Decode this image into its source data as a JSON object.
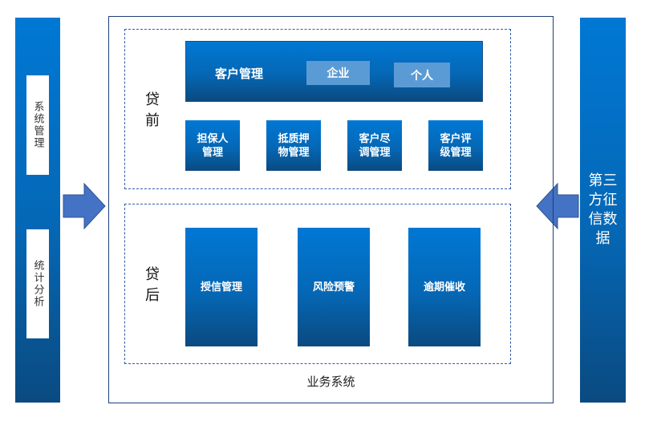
{
  "left_column": {
    "panels": [
      "系统管理",
      "统计分析"
    ]
  },
  "right_column": {
    "label_lines": [
      "第三",
      "方征",
      "信数",
      "据"
    ]
  },
  "business_system": {
    "caption": "业务系统",
    "pre_loan": {
      "label": "贷前",
      "customer_management": {
        "title": "客户管理",
        "options": [
          "企业",
          "个人"
        ]
      },
      "modules": [
        [
          "担保人",
          "管理"
        ],
        [
          "抵质押",
          "物管理"
        ],
        [
          "客户尽",
          "调管理"
        ],
        [
          "客户评",
          "级管理"
        ]
      ]
    },
    "post_loan": {
      "label": "贷后",
      "modules": [
        "授信管理",
        "风险预警",
        "逾期催收"
      ]
    }
  },
  "colors": {
    "primary": "#0078d4",
    "dark": "#0a4a80",
    "sub": "#5b9bd5",
    "arrow": "#4472c4"
  }
}
